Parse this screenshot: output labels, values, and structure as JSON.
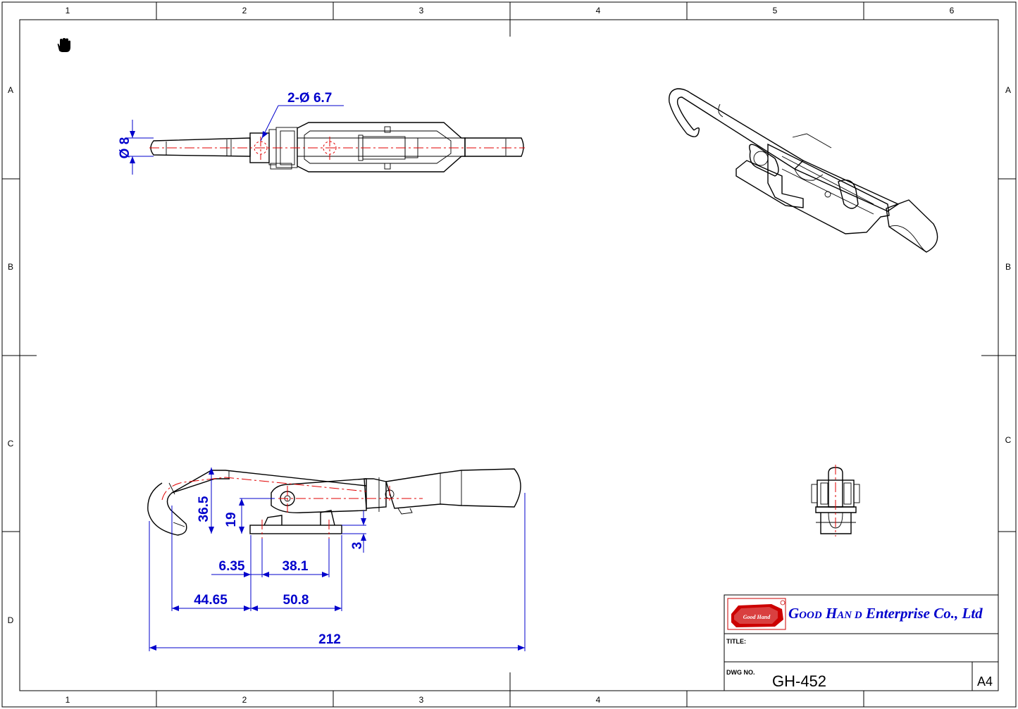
{
  "sheet": {
    "column_labels": [
      "1",
      "2",
      "3",
      "4",
      "5",
      "6"
    ],
    "bottom_column_labels": [
      "1",
      "2",
      "3",
      "4"
    ],
    "row_labels": [
      "A",
      "B",
      "C",
      "D"
    ]
  },
  "dimensions": {
    "hole_callout": "2-Ø  6.7",
    "rod_diameter": "Ø 8",
    "height_a": "36.5",
    "height_b": "19",
    "base_thickness": "3",
    "offset_a": "6.35",
    "hole_spacing": "38.1",
    "hook_offset": "44.65",
    "base_length": "50.8",
    "overall_length": "212"
  },
  "title_block": {
    "company_name_parts": [
      "G",
      "OO",
      "D",
      " H",
      "AN",
      " D",
      " Enterprise Co., Ltd"
    ],
    "logo_text": "Good Hand",
    "title_label": "TITLE:",
    "title_value": "",
    "dwg_label": "DWG NO.",
    "dwg_number": "GH-452",
    "sheet_size": "A4"
  },
  "colors": {
    "dimension": "#0000cc",
    "centerline": "#e00000",
    "logo": "#cc0000"
  },
  "icons": [
    "hand-pan-icon"
  ]
}
